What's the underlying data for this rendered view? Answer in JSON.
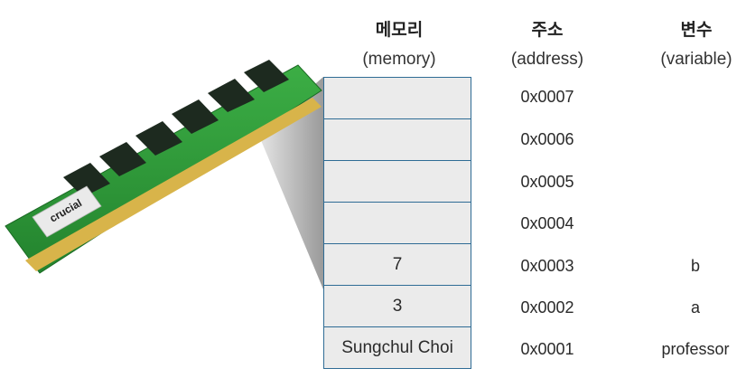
{
  "headers": {
    "memory": {
      "ko": "메모리",
      "en": "(memory)"
    },
    "address": {
      "ko": "주소",
      "en": "(address)"
    },
    "variable": {
      "ko": "변수",
      "en": "(variable)"
    }
  },
  "rows": [
    {
      "value": "",
      "address": "0x0007",
      "variable": ""
    },
    {
      "value": "",
      "address": "0x0006",
      "variable": ""
    },
    {
      "value": "",
      "address": "0x0005",
      "variable": ""
    },
    {
      "value": "",
      "address": "0x0004",
      "variable": ""
    },
    {
      "value": "7",
      "address": "0x0003",
      "variable": "b"
    },
    {
      "value": "3",
      "address": "0x0002",
      "variable": "a"
    },
    {
      "value": "Sungchul Choi",
      "address": "0x0001",
      "variable": "professor"
    }
  ],
  "ram_label": "crucial",
  "colors": {
    "pcb": "#2f9a3a",
    "chip": "#1d2a1f",
    "contacts": "#d8b44a",
    "table_border": "#2f6c95",
    "cell_fill": "#ebebeb"
  }
}
